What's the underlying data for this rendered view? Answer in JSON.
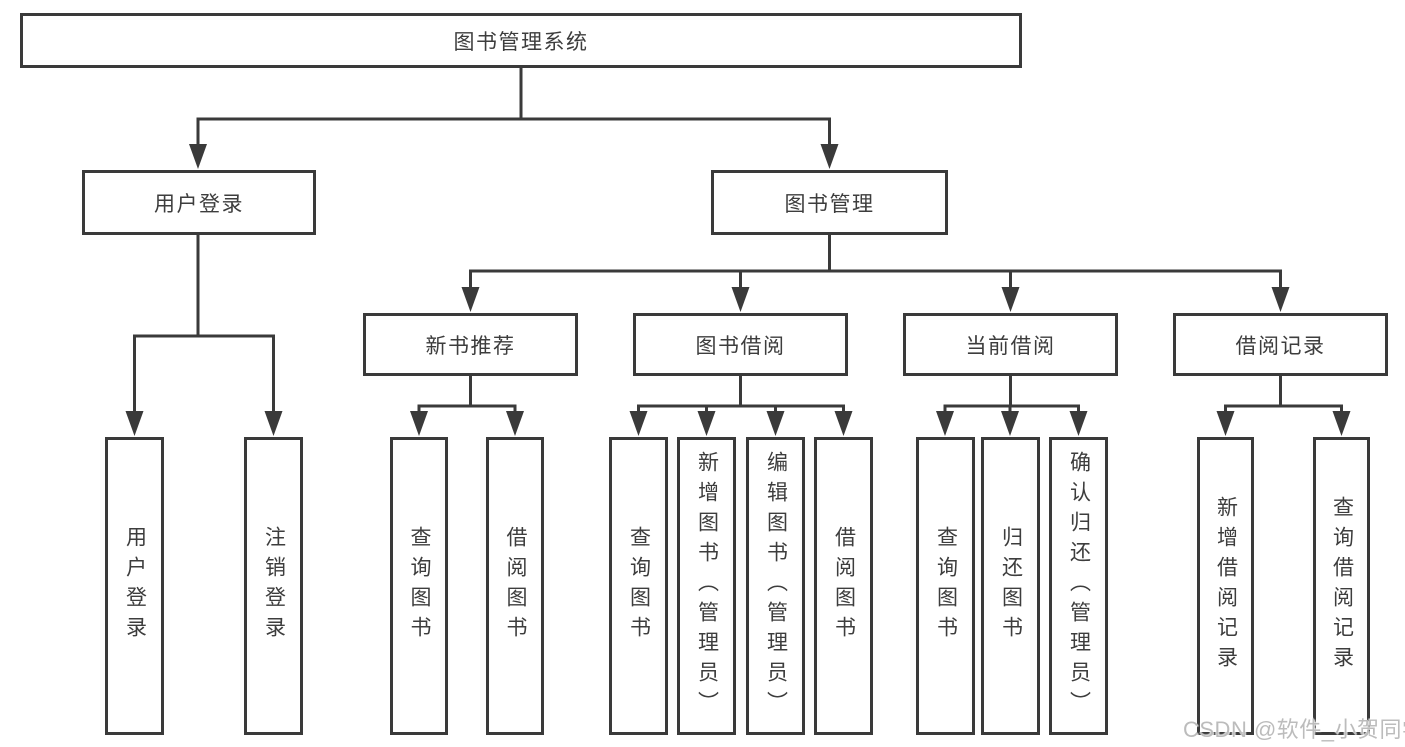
{
  "diagram": {
    "title": "图书管理系统",
    "nodes": {
      "root": "图书管理系统",
      "user_login": "用户登录",
      "book_mgmt": "图书管理",
      "new_book_rec": "新书推荐",
      "book_borrow": "图书借阅",
      "current_borrow": "当前借阅",
      "borrow_records": "借阅记录",
      "ul_user_login": "用户登录",
      "ul_logout": "注销登录",
      "nb_query_books": "查询图书",
      "nb_borrow_books": "借阅图书",
      "bb_query_books": "查询图书",
      "bb_add_books": "新增图书（管理员）",
      "bb_edit_books": "编辑图书（管理员）",
      "bb_borrow_books": "借阅图书",
      "cb_query_books": "查询图书",
      "cb_return_books": "归还图书",
      "cb_confirm_return": "确认归还（管理员）",
      "br_add_record": "新增借阅记录",
      "br_query_record": "查询借阅记录"
    },
    "hierarchy": {
      "图书管理系统": {
        "用户登录": [
          "用户登录",
          "注销登录"
        ],
        "图书管理": {
          "新书推荐": [
            "查询图书",
            "借阅图书"
          ],
          "图书借阅": [
            "查询图书",
            "新增图书（管理员）",
            "编辑图书（管理员）",
            "借阅图书"
          ],
          "当前借阅": [
            "查询图书",
            "归还图书",
            "确认归还（管理员）"
          ],
          "借阅记录": [
            "新增借阅记录",
            "查询借阅记录"
          ]
        }
      }
    },
    "colors": {
      "line": "#3a3a3a",
      "text": "#3d3d3d",
      "background": "#ffffff",
      "watermark": "#bcbcbc"
    }
  },
  "watermark": "CSDN @软件_小贺同学"
}
